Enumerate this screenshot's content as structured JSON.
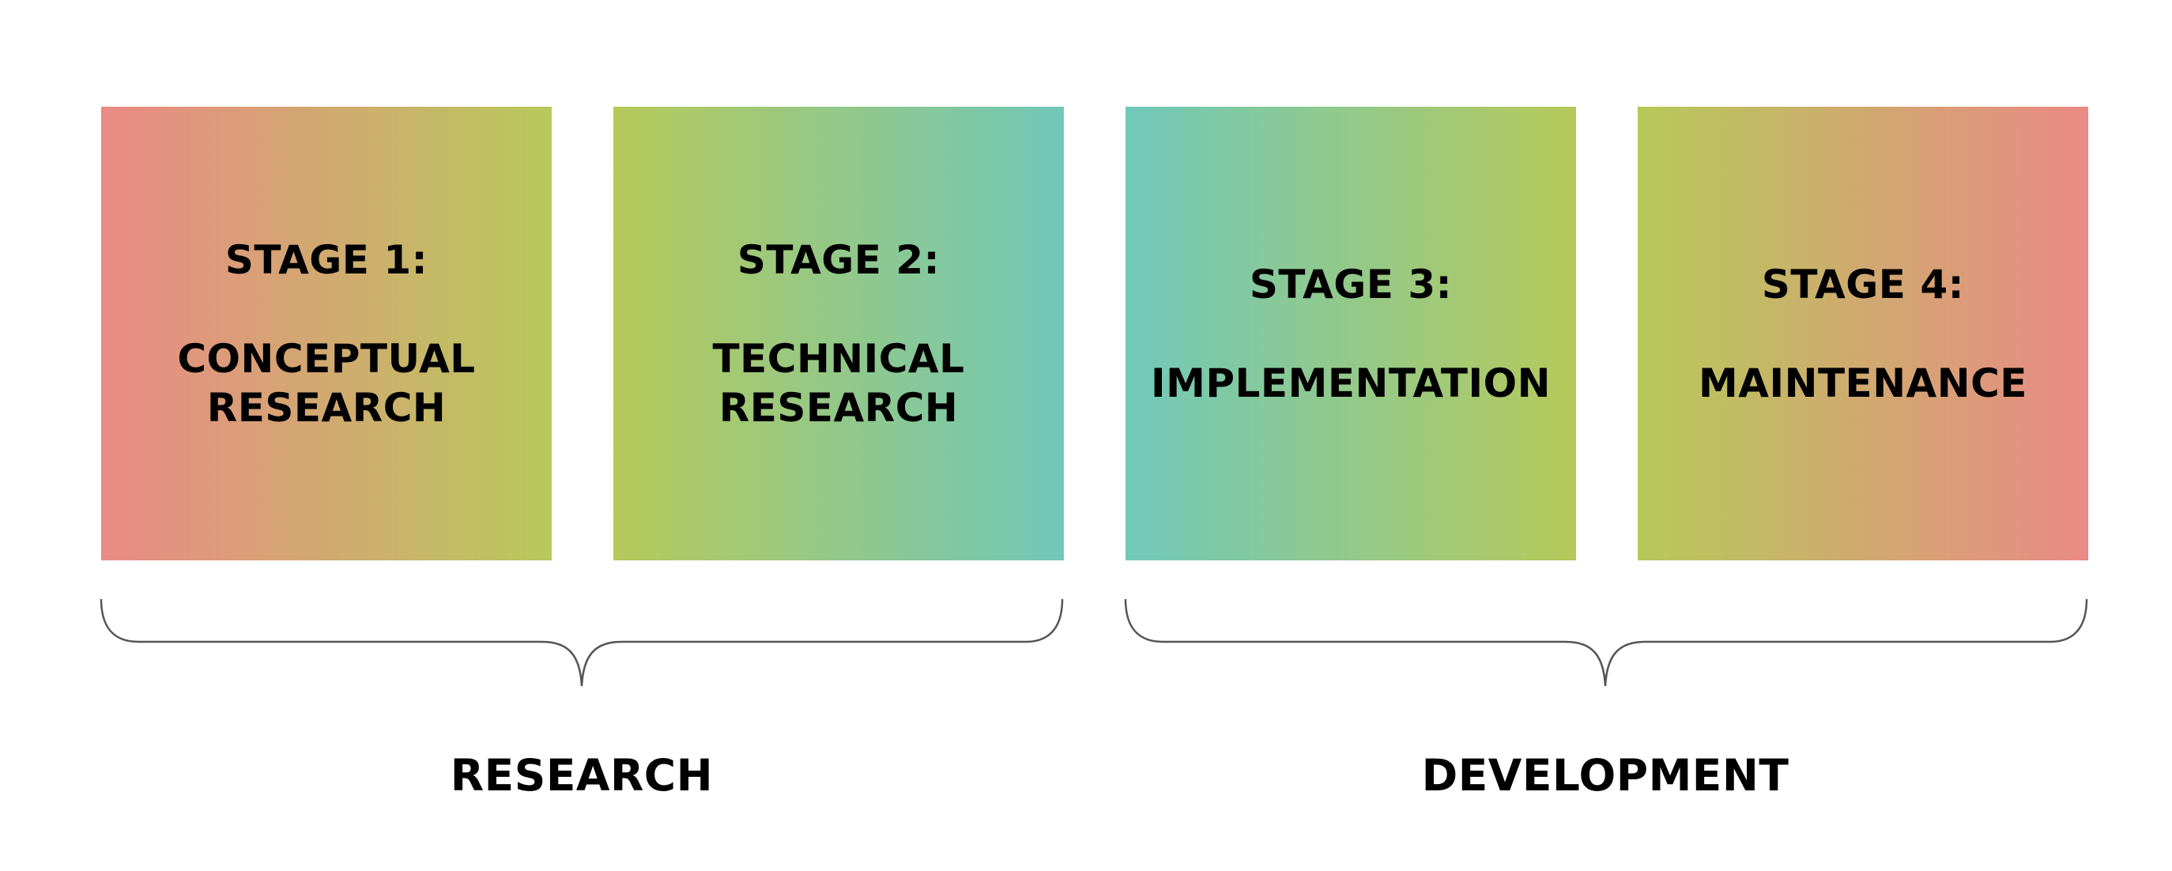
{
  "stages": [
    {
      "title": "STAGE 1:",
      "name": "CONCEPTUAL\nRESEARCH",
      "gradient": [
        "#ea8a85",
        "#b8c95c"
      ]
    },
    {
      "title": "STAGE 2:",
      "name": "TECHNICAL\nRESEARCH",
      "gradient": [
        "#b6c95a",
        "#70c8b8"
      ]
    },
    {
      "title": "STAGE 3:",
      "name": "IMPLEMENTATION",
      "gradient": [
        "#70c9ba",
        "#b6c95a"
      ]
    },
    {
      "title": "STAGE 4:",
      "name": "MAINTENANCE",
      "gradient": [
        "#b6c95a",
        "#ea8a85"
      ]
    }
  ],
  "groups": [
    {
      "label": "RESEARCH",
      "covers": [
        "STAGE 1:",
        "STAGE 2:"
      ]
    },
    {
      "label": "DEVELOPMENT",
      "covers": [
        "STAGE 3:",
        "STAGE 4:"
      ]
    }
  ],
  "colors": {
    "brace_stroke": "#555555",
    "text": "#000000",
    "background": "#ffffff"
  }
}
